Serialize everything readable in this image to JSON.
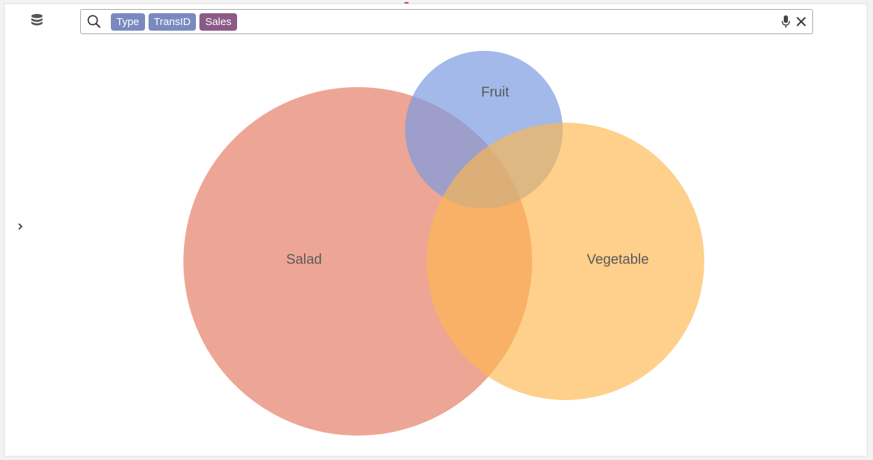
{
  "toolbar": {
    "database_icon": "database-icon",
    "expand_icon": "chevron-right-icon"
  },
  "search": {
    "icon": "search-icon",
    "placeholder": "",
    "value": "",
    "chips": [
      {
        "label": "Type",
        "kind": "dimension",
        "color": "#7a8ac0"
      },
      {
        "label": "TransID",
        "kind": "dimension",
        "color": "#7a8ac0"
      },
      {
        "label": "Sales",
        "kind": "measure",
        "color": "#8b5a87"
      }
    ],
    "mic_icon": "microphone-icon",
    "clear_icon": "close-icon"
  },
  "chart_data": {
    "type": "venn",
    "sets": [
      {
        "name": "Salad",
        "color": "#e8907a"
      },
      {
        "name": "Fruit",
        "color": "#7b9be0"
      },
      {
        "name": "Vegetable",
        "color": "#feb74d"
      }
    ],
    "overlaps": [
      [
        "Salad",
        "Fruit"
      ],
      [
        "Salad",
        "Vegetable"
      ],
      [
        "Fruit",
        "Vegetable"
      ],
      [
        "Salad",
        "Fruit",
        "Vegetable"
      ]
    ]
  }
}
